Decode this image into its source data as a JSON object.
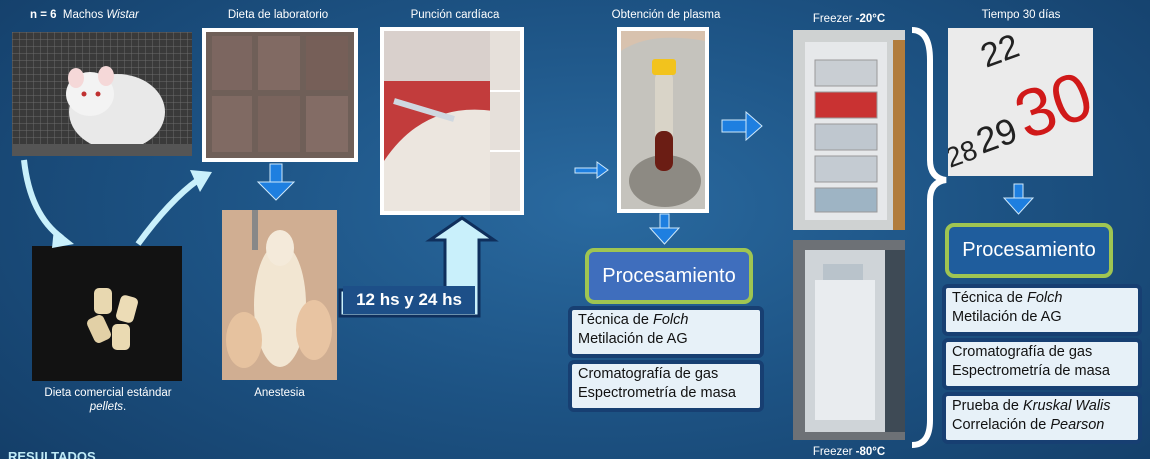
{
  "labels": {
    "n": "n = 6",
    "machos": "Machos",
    "wistar": "Wistar",
    "dieta_lab": "Dieta de laboratorio",
    "puncion": "Punción cardíaca",
    "obtencion": "Obtención de plasma",
    "freezer20_pre": "Freezer ",
    "freezer20_val": "-20°C",
    "tiempo": "Tiempo 30 días",
    "dieta_comercial": "Dieta comercial estándar",
    "pellets": "pellets",
    "pellets_dot": ".",
    "anestesia": "Anestesia",
    "freezer80_pre": "Freezer ",
    "freezer80_val": "-80°C",
    "resultados": "RESULTADOS"
  },
  "time_box": "12 hs y 24 hs",
  "procesamiento_1": {
    "title": "Procesamiento",
    "box1": {
      "l1_pre": "Técnica de ",
      "l1_it": "Folch",
      "l2": "Metilación de AG"
    },
    "box2": {
      "l1": "Cromatografía de gas",
      "l2": "Espectrometría de masa"
    }
  },
  "procesamiento_2": {
    "title": "Procesamiento",
    "box1": {
      "l1_pre": "Técnica de ",
      "l1_it": "Folch",
      "l2": "Metilación de AG"
    },
    "box2": {
      "l1": "Cromatografía de gas",
      "l2": "Espectrometría de masa"
    },
    "box3": {
      "l1_pre": "Prueba de ",
      "l1_it": "Kruskal Walis",
      "l2_pre": "Correlación de ",
      "l2_it": "Pearson"
    }
  },
  "calendar": {
    "n1": "22",
    "n2": "29",
    "n3": "30",
    "n4": "28"
  },
  "colors": {
    "arrow": "#1e7fe0",
    "arrow_light": "#c9f0fb",
    "proc_border": "#9fc552",
    "box_border": "#173f72",
    "box_fill": "#e7f1f8"
  }
}
